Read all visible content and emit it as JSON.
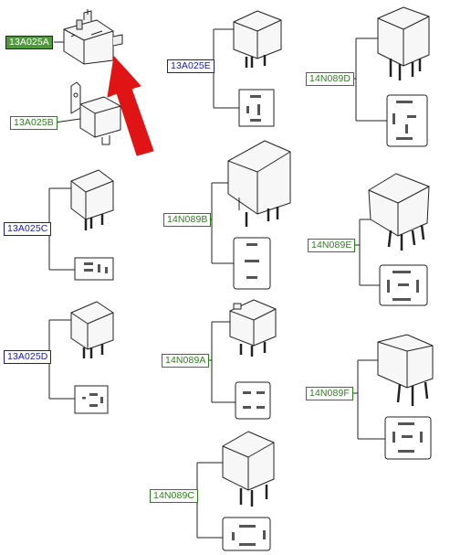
{
  "parts": [
    {
      "id": "p1",
      "label": "13A025A",
      "style": "green"
    },
    {
      "id": "p2",
      "label": "13A025B",
      "style": "green-o"
    },
    {
      "id": "p3",
      "label": "13A025C",
      "style": "blue-o"
    },
    {
      "id": "p4",
      "label": "13A025D",
      "style": "blue-o"
    },
    {
      "id": "p5",
      "label": "13A025E",
      "style": "blue-o"
    },
    {
      "id": "p6",
      "label": "14N089B",
      "style": "green-o"
    },
    {
      "id": "p7",
      "label": "14N089A",
      "style": "green-o"
    },
    {
      "id": "p8",
      "label": "14N089C",
      "style": "green-o"
    },
    {
      "id": "p9",
      "label": "14N089D",
      "style": "green-o"
    },
    {
      "id": "p10",
      "label": "14N089E",
      "style": "green-o"
    },
    {
      "id": "p11",
      "label": "14N089F",
      "style": "green-o"
    }
  ],
  "colors": {
    "green_fill": "#4e9a3a",
    "green_text": "#2e7d1e",
    "blue_text": "#1a1aa8",
    "arrow": "#e01414",
    "line": "#222222"
  }
}
